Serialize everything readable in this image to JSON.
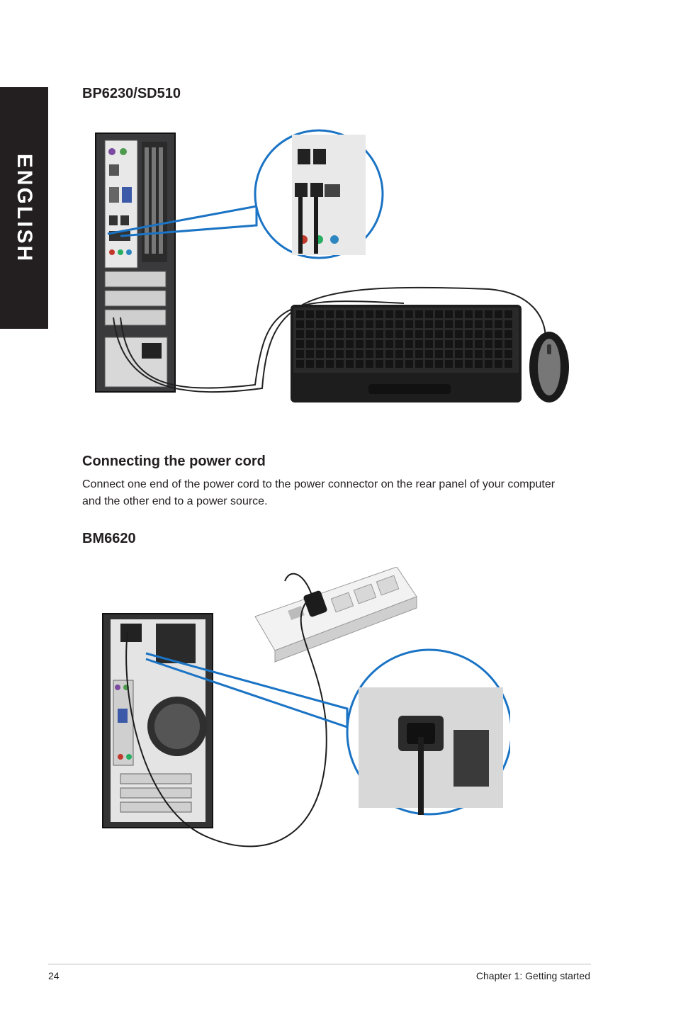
{
  "sidebar": {
    "language_tab": "ENGLISH"
  },
  "figure1": {
    "model": "BP6230/SD510"
  },
  "section": {
    "title": "Connecting the power cord",
    "body": "Connect one end of the power cord to the power connector on the rear panel of your computer and the other end to a power source."
  },
  "figure2": {
    "model": "BM6620"
  },
  "footer": {
    "page_number": "24",
    "chapter": "Chapter 1: Getting started"
  },
  "colors": {
    "callout_blue": "#1a73c4",
    "tab_black": "#231f20"
  }
}
